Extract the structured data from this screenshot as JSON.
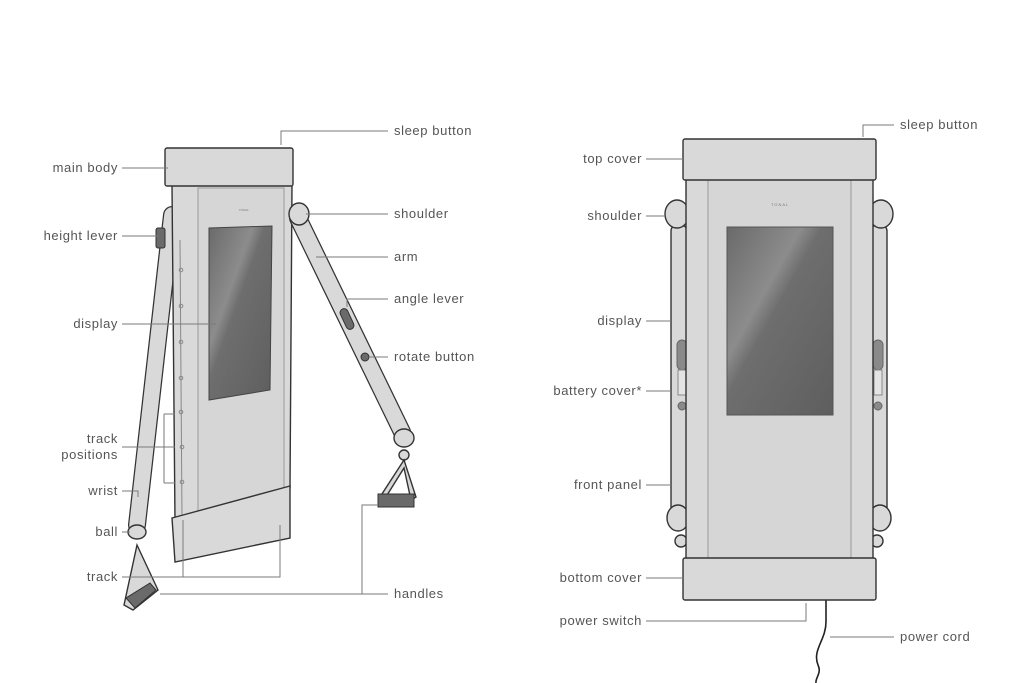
{
  "left_view": {
    "labels": {
      "main_body": "main body",
      "height_lever": "height lever",
      "display": "display",
      "track_positions_1": "track",
      "track_positions_2": "positions",
      "wrist": "wrist",
      "ball": "ball",
      "track": "track",
      "sleep_button": "sleep button",
      "shoulder": "shoulder",
      "arm": "arm",
      "angle_lever": "angle lever",
      "rotate_button": "rotate button",
      "handles": "handles"
    }
  },
  "right_view": {
    "brand_mark": "TONAL",
    "labels": {
      "top_cover": "top cover",
      "shoulder": "shoulder",
      "display": "display",
      "battery_cover": "battery cover*",
      "front_panel": "front panel",
      "bottom_cover": "bottom cover",
      "power_switch": "power switch",
      "sleep_button": "sleep button",
      "power_cord": "power cord"
    }
  },
  "colors": {
    "body": "#d9d9d9",
    "screen": "#6a6a6a",
    "outline": "#333333",
    "label": "#555555"
  }
}
